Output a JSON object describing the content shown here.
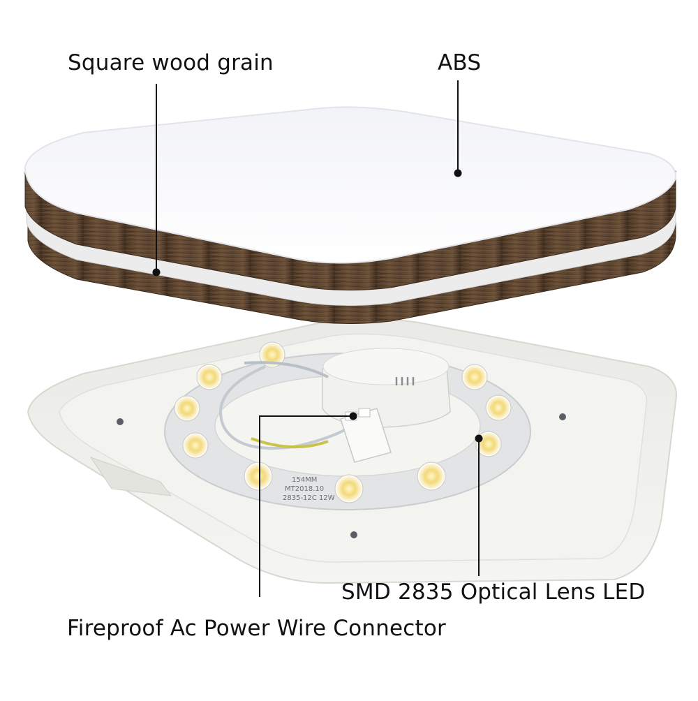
{
  "labels": {
    "wood_grain": "Square wood grain",
    "abs": "ABS",
    "led": "SMD 2835 Optical Lens LED",
    "connector": "Fireproof Ac Power Wire Connector"
  },
  "pcb_print": {
    "line1": "154MM",
    "line2": "MT2018.10",
    "line3": "2835-12C 12W"
  },
  "colors": {
    "wood": "#5a4330",
    "wood_dark": "#3e2c1e",
    "diffuser": "#f6f7fb",
    "base": "#eeeeea",
    "callout": "#111111"
  }
}
